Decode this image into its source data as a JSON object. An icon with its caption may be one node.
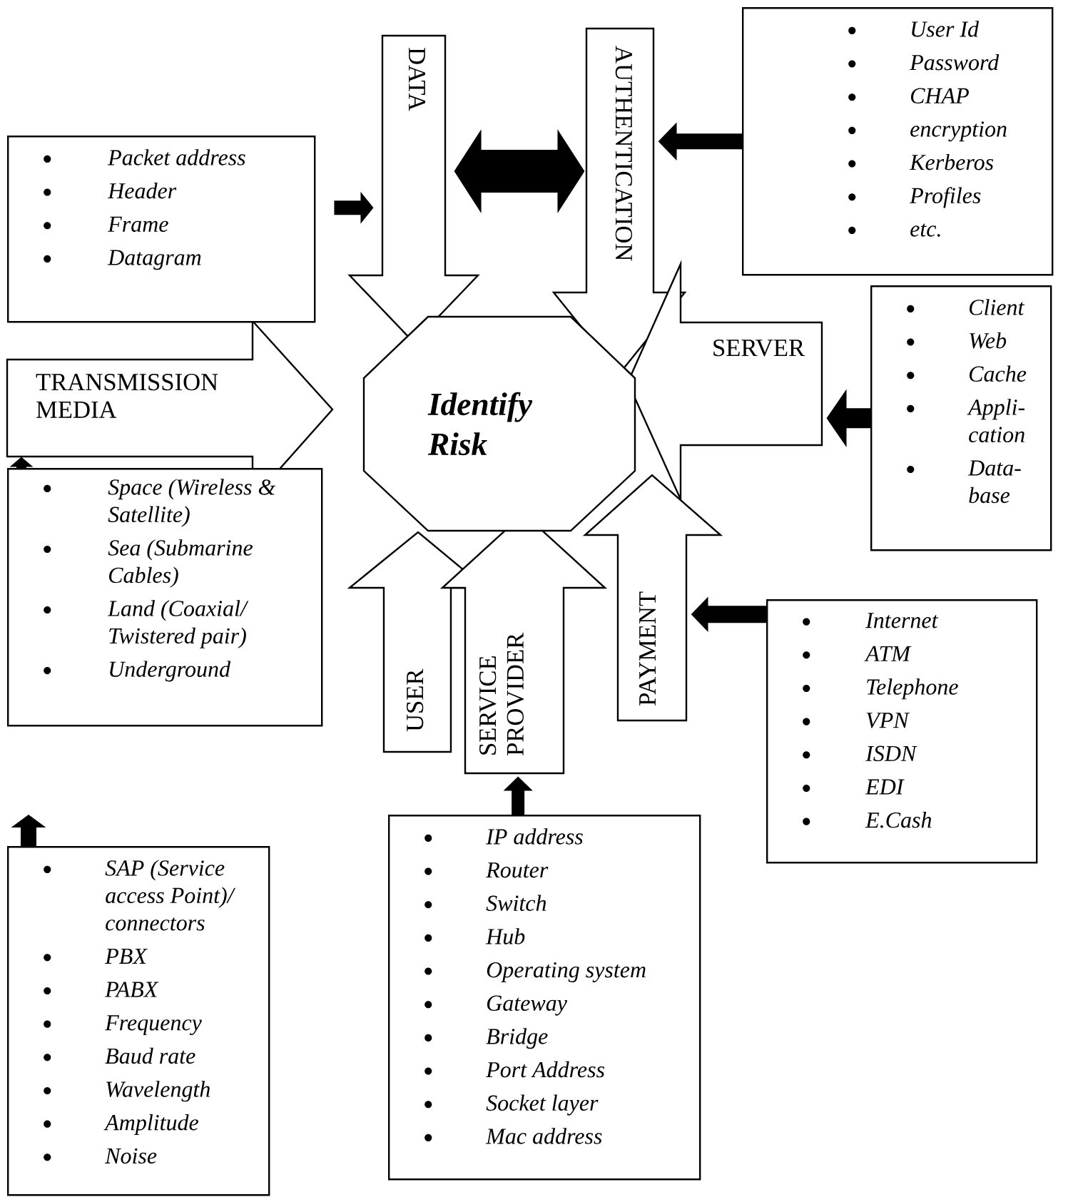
{
  "diagram": {
    "nodes": [
      {
        "text": [
          "Identify Risk"
        ]
      },
      {
        "text": [
          "DATA"
        ]
      },
      {
        "text": [
          "AUTHENTICATION"
        ]
      },
      {
        "text": [
          "TRANSMISSION MEDIA"
        ]
      },
      {
        "text": [
          "SERVER"
        ]
      },
      {
        "text": [
          "USER"
        ]
      },
      {
        "text": [
          "SERVICE PROVIDER"
        ]
      },
      {
        "text": [
          "PAYMENT"
        ]
      },
      {
        "text": [
          "Packet address",
          "Header",
          "Frame",
          "Datagram"
        ]
      },
      {
        "text": [
          "User Id",
          "Password",
          "CHAP",
          "encryption",
          "Kerberos",
          "Profiles",
          "etc."
        ]
      },
      {
        "text": [
          "Client",
          "Web",
          "Cache",
          "Appli- cation",
          "Data- base"
        ]
      },
      {
        "text": [
          "Space (Wireless & Satellite)",
          "Sea (Submarine Cables)",
          "Land (Coaxial/ Twistered pair)",
          "Underground"
        ]
      },
      {
        "text": [
          "Internet",
          "ATM",
          "Telephone",
          "VPN",
          "ISDN",
          "EDI",
          "E.Cash"
        ]
      },
      {
        "text": [
          "IP address",
          "Router",
          "Switch",
          "Hub",
          "Operating system",
          "Gateway",
          "Bridge",
          "Port Address",
          "Socket layer",
          "Mac address"
        ]
      },
      {
        "text": [
          "SAP (Service access Point)/ connectors",
          "PBX",
          "PABX",
          "Frequency",
          "Baud rate",
          "Wavelength",
          "Amplitude",
          "Noise"
        ]
      }
    ],
    "edges": [
      {
        "from": 8,
        "to": 1,
        "arrow": "to"
      },
      {
        "from": 1,
        "to": 2,
        "arrow": "both",
        "style": "thick"
      },
      {
        "from": 9,
        "to": 2,
        "arrow": "to"
      },
      {
        "from": 10,
        "to": 4,
        "arrow": "to"
      },
      {
        "from": 12,
        "to": 7,
        "arrow": "to"
      },
      {
        "from": 13,
        "to": 6,
        "arrow": "to"
      },
      {
        "from": 11,
        "to": 3,
        "arrow": "to"
      },
      {
        "from": 14,
        "to": null,
        "arrow": "to"
      }
    ]
  }
}
